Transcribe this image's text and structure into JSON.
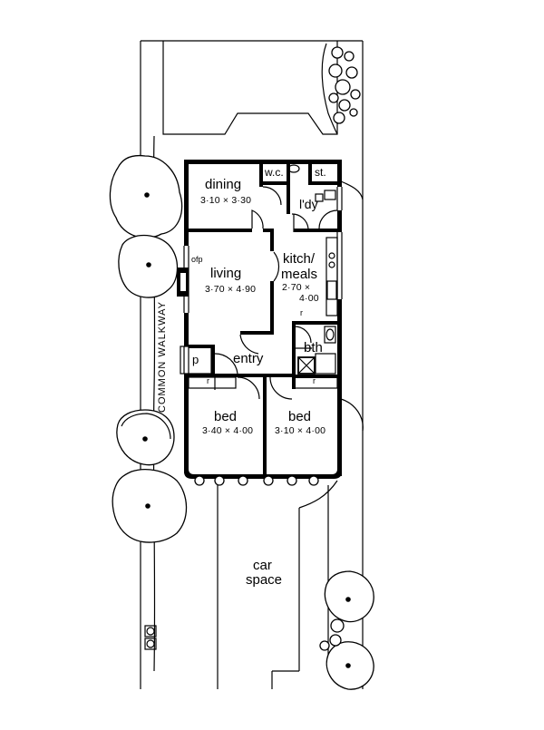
{
  "rooms": {
    "dining": {
      "name": "dining",
      "dims": "3·10 × 3·30"
    },
    "wc": {
      "name": "w.c."
    },
    "store": {
      "name": "st."
    },
    "laundry": {
      "name": "l'dy"
    },
    "living": {
      "name": "living",
      "dims": "3·70 × 4·90",
      "fireplace": "ofp"
    },
    "kitchen": {
      "name_line1": "kitch/",
      "name_line2": "meals",
      "dims_line1": "2·70 ×",
      "dims_line2": "4·00",
      "robe": "r"
    },
    "entry": {
      "name": "entry",
      "pantry": "p"
    },
    "bath": {
      "name": "bth"
    },
    "bed1": {
      "name": "bed",
      "dims": "3·40 × 4·00",
      "robe": "r"
    },
    "bed2": {
      "name": "bed",
      "dims": "3·10 × 4·00",
      "robe": "r"
    }
  },
  "site": {
    "walkway": "COMMON WALKWAY",
    "car_space_line1": "car",
    "car_space_line2": "space"
  }
}
